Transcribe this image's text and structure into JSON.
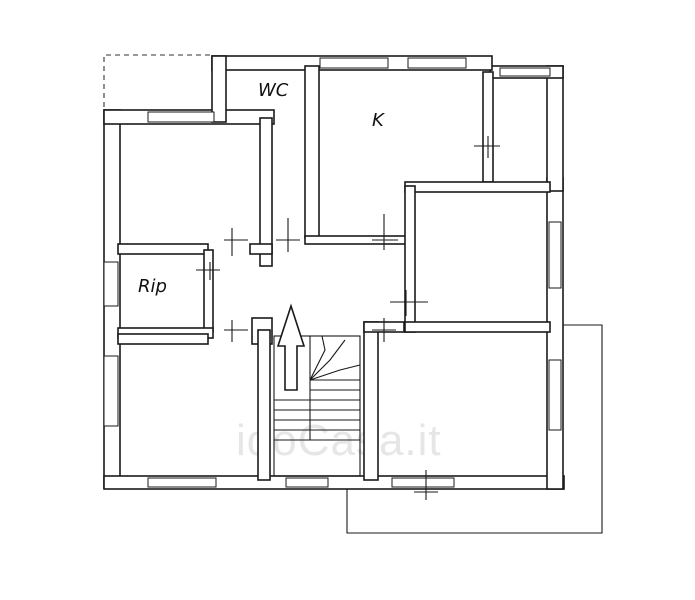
{
  "rooms": {
    "wc": "WC",
    "kitchen": "K",
    "storage": "Rip"
  },
  "watermark": "idoCasa.it"
}
